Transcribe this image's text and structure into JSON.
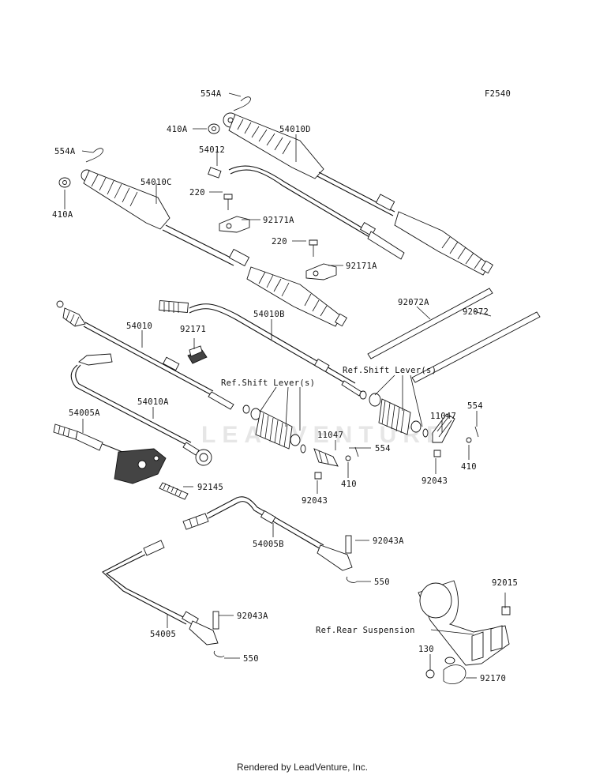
{
  "figure_code": "F2540",
  "watermark": "LEADVENTURE",
  "footer": "Rendered by LeadVenture, Inc.",
  "labels": {
    "p554A_top": "554A",
    "p410A_top": "410A",
    "p54010D": "54010D",
    "p54012": "54012",
    "p554A_left": "554A",
    "p54010C": "54010C",
    "p220_a": "220",
    "p92171A_a": "92171A",
    "p410A_left": "410A",
    "p220_b": "220",
    "p92171A_b": "92171A",
    "p92072A": "92072A",
    "p92072": "92072",
    "p54010": "54010",
    "p92171": "92171",
    "p54010B": "54010B",
    "ref_shift_right": "Ref.Shift Lever(s)",
    "ref_shift_left": "Ref.Shift Lever(s)",
    "p54010A": "54010A",
    "p11047_mid": "11047",
    "p11047_right": "11047",
    "p554_right": "554",
    "p554_mid": "554",
    "p410_mid": "410",
    "p410_right": "410",
    "p54005A": "54005A",
    "p92043_mid": "92043",
    "p92043_right": "92043",
    "p92145": "92145",
    "p54005B": "54005B",
    "p92043A_top": "92043A",
    "p550_top": "550",
    "p92015": "92015",
    "ref_rear_susp": "Ref.Rear Suspension",
    "p92043A_bot": "92043A",
    "p54005": "54005",
    "p130": "130",
    "p550_bot": "550",
    "p92170": "92170"
  }
}
